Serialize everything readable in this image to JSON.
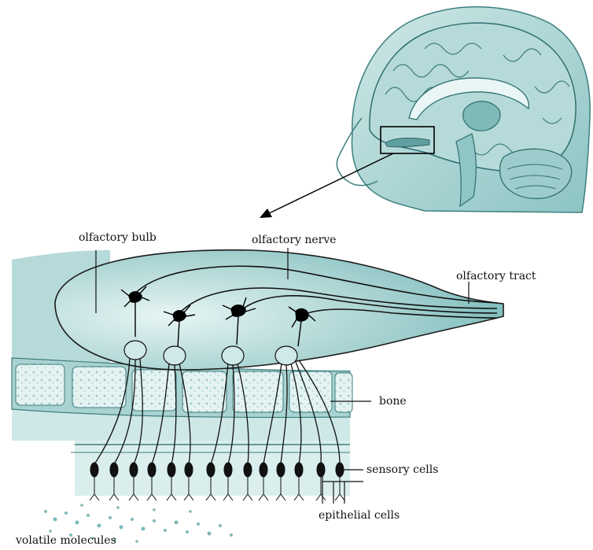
{
  "labels": {
    "olfactory_bulb": "olfactory bulb",
    "olfactory_nerve": "olfactory nerve",
    "olfactory_tract": "olfactory tract",
    "bone": "bone",
    "sensory_cells": "sensory cells",
    "epithelial_cells": "epithelial cells",
    "volatile_molecules": "volatile molecules"
  },
  "colors": {
    "tissue_light": "#d8eeee",
    "tissue_mid": "#a9d3d2",
    "tissue_dark": "#6fb1b1",
    "outline": "#111111",
    "neuron": "#000000"
  }
}
